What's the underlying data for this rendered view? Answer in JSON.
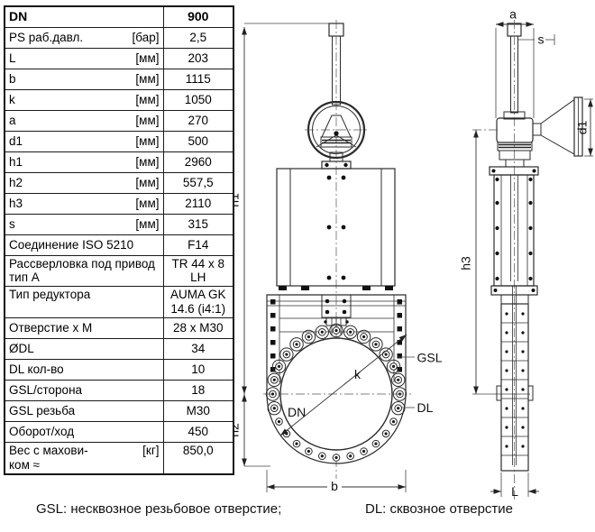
{
  "table": {
    "rows": [
      {
        "label": "DN",
        "unit": "",
        "value": "900"
      },
      {
        "label": "PS раб.давл.",
        "unit": "[бар]",
        "value": "2,5"
      },
      {
        "label": "L",
        "unit": "[мм]",
        "value": "203"
      },
      {
        "label": "b",
        "unit": "[мм]",
        "value": "1115"
      },
      {
        "label": "k",
        "unit": "[мм]",
        "value": "1050"
      },
      {
        "label": "a",
        "unit": "[мм]",
        "value": "270"
      },
      {
        "label": "d1",
        "unit": "[мм]",
        "value": "500"
      },
      {
        "label": "h1",
        "unit": "[мм]",
        "value": "2960"
      },
      {
        "label": "h2",
        "unit": "[мм]",
        "value": "557,5"
      },
      {
        "label": "h3",
        "unit": "[мм]",
        "value": "2110"
      },
      {
        "label": "s",
        "unit": "[мм]",
        "value": "315"
      },
      {
        "label": "Соединение ISO 5210",
        "unit": "",
        "value": "F14"
      },
      {
        "label": "Рассверловка под привод тип A",
        "unit": "",
        "value": "TR 44 x 8 LH"
      },
      {
        "label": "Тип редуктора",
        "unit": "",
        "value": "AUMA GK 14.6 (i4:1)"
      },
      {
        "label": "Отверстие x M",
        "unit": "",
        "value": "28 x M30"
      },
      {
        "label": "ØDL",
        "unit": "",
        "value": "34"
      },
      {
        "label": "DL кол-во",
        "unit": "",
        "value": "10"
      },
      {
        "label": "GSL/сторона",
        "unit": "",
        "value": "18"
      },
      {
        "label": "GSL резьба",
        "unit": "",
        "value": "M30"
      },
      {
        "label": "Оборот/ход",
        "unit": "",
        "value": "450"
      },
      {
        "label": "Вес с махови-\nком ≈",
        "unit": "[кг]",
        "value": "850,0"
      }
    ]
  },
  "drawing": {
    "labels": {
      "h1": "h1",
      "h2": "h2",
      "h3": "h3",
      "b": "b",
      "k": "k",
      "dn": "DN",
      "gsl": "GSL",
      "dl": "DL",
      "a": "a",
      "s": "s",
      "d1": "d1",
      "L": "L"
    },
    "front": {
      "hole_count": 28
    }
  },
  "footer": {
    "gsl_note": "GSL: несквозное резьбовое отверстие;",
    "dl_note": "DL: сквозное отверстие"
  }
}
